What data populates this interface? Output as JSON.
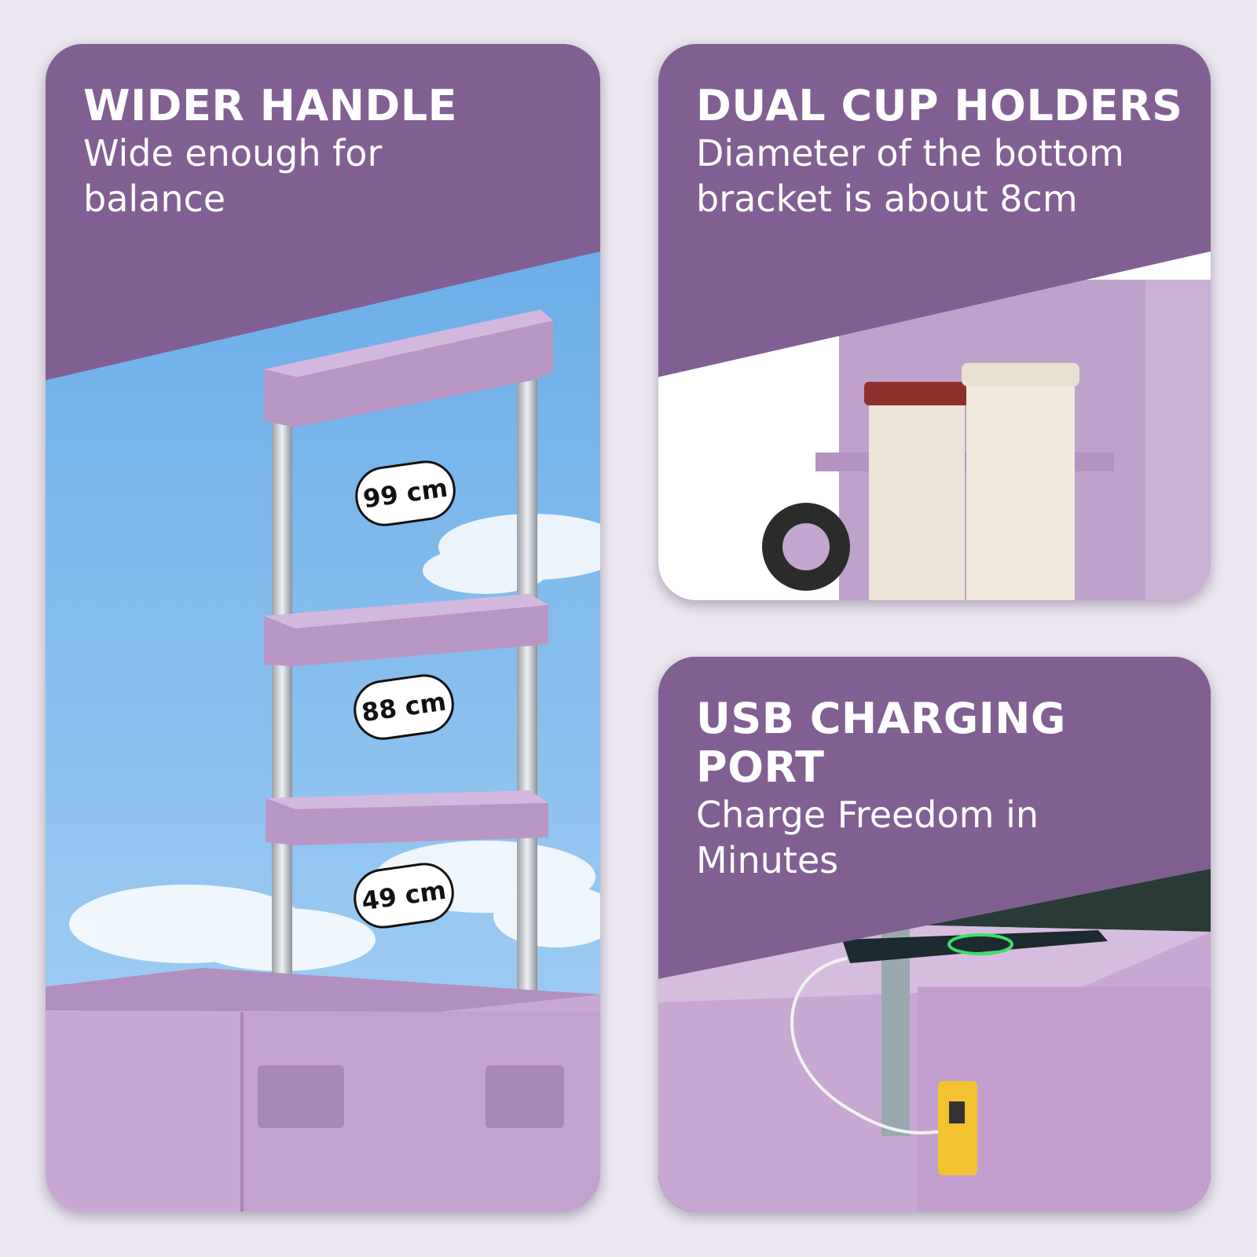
{
  "panels": {
    "handle": {
      "title": "WIDER HANDLE",
      "subtitle": "Wide enough for balance",
      "heights": [
        "99 cm",
        "88 cm",
        "49 cm"
      ]
    },
    "cup_holders": {
      "title": "DUAL CUP HOLDERS",
      "subtitle": "Diameter of the bottom bracket is about 8cm"
    },
    "usb": {
      "title": "USB CHARGING PORT",
      "subtitle": "Charge Freedom in Minutes"
    }
  },
  "colors": {
    "panel_purple": "#815f92",
    "background": "#ebe6ef",
    "cart_lilac": "#c9a9d4",
    "sky_blue": "#8cc2ef",
    "usb_yellow": "#f2c230"
  }
}
